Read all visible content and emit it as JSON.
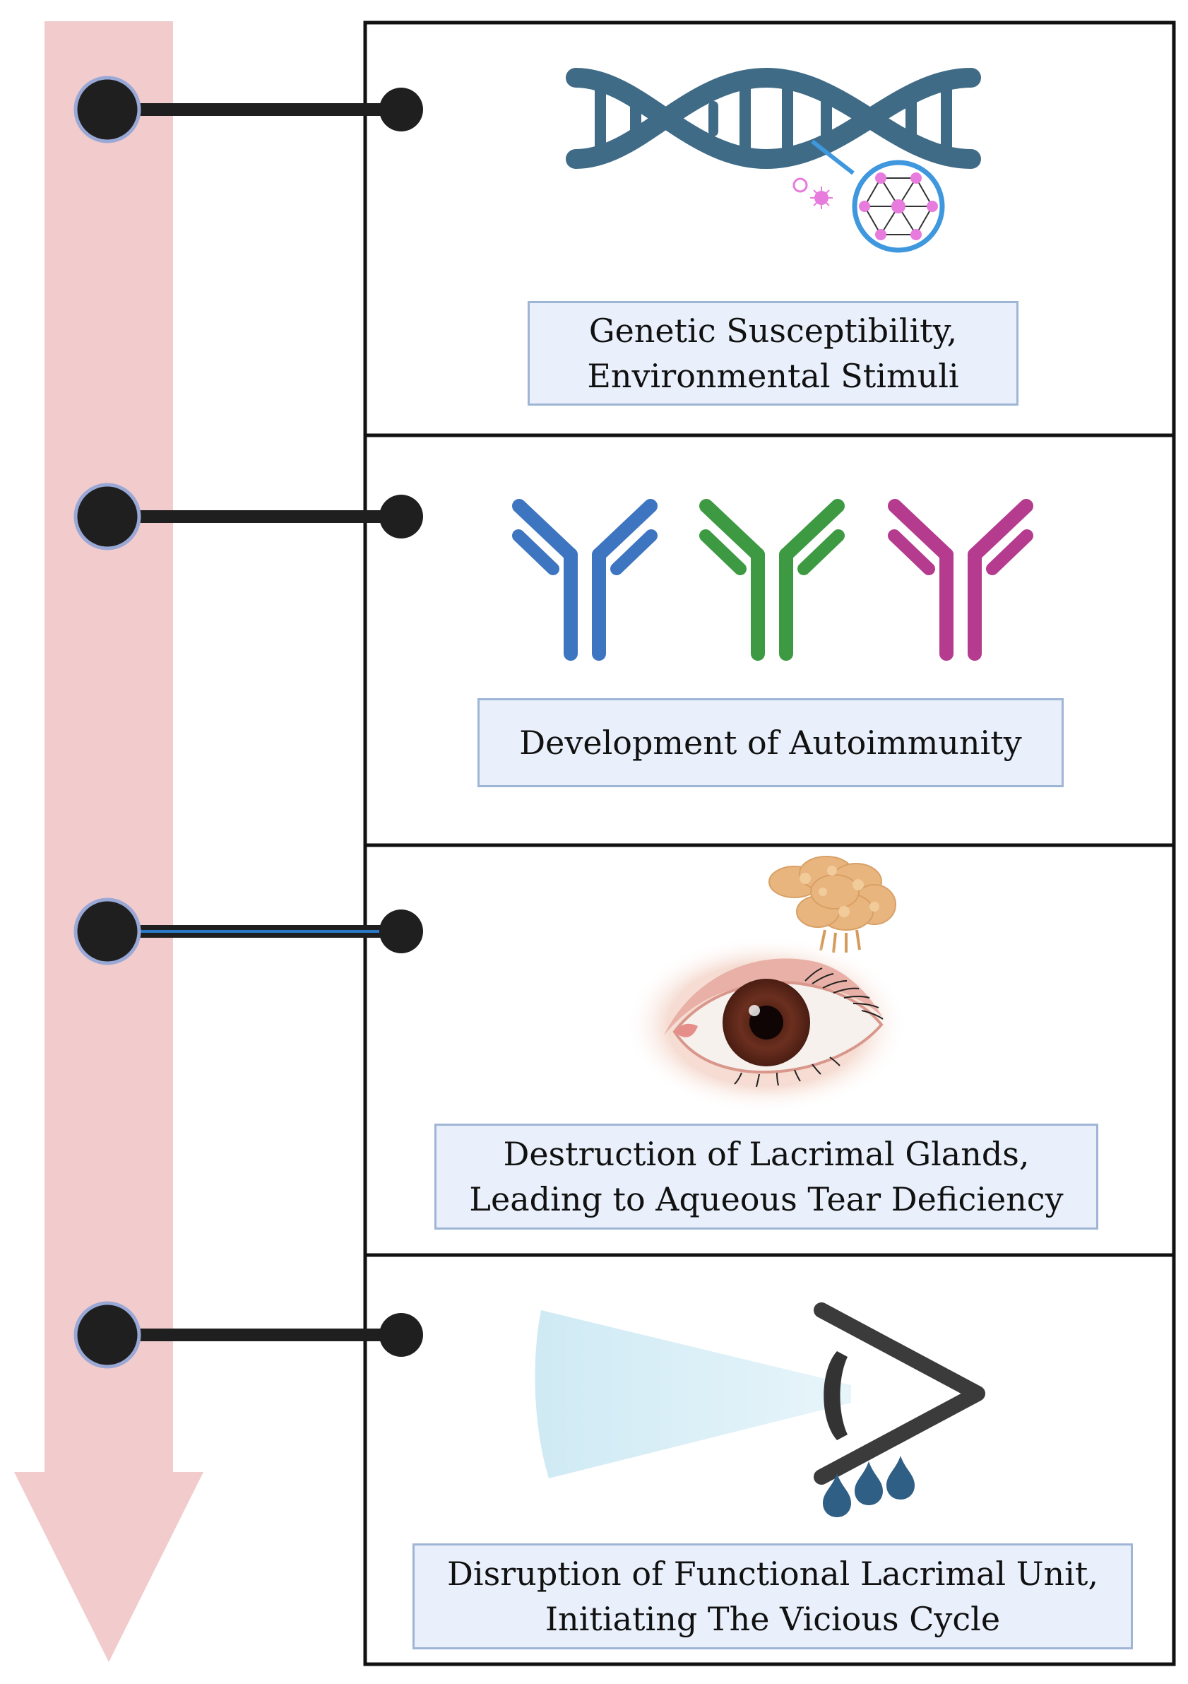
{
  "colors": {
    "timeline_arrow": "#f2cccc",
    "connector": "#1f1f20",
    "connector_node_ring": "#9aa8d6",
    "highlight_connector": "#2a79c8",
    "panel_border": "#111111",
    "label_box_fill": "#e9f0fb",
    "label_box_border": "#9fb5d6",
    "dna_strand": "#3f6b87",
    "molecule_ring": "#3f97de",
    "molecule_atom": "#e77bde",
    "antibody_blue": "#3e75c1",
    "antibody_green": "#3d9a43",
    "antibody_magenta": "#b43b8e",
    "gland": "#e6b27a",
    "iris": "#5e2a1c",
    "eye_outline": "#3b3b3b",
    "light_beam": "#cfeaf4",
    "tear_drop": "#2f5f85"
  },
  "panels": [
    {
      "icon": "dna-double-helix-icon",
      "label_lines": [
        "Genetic Susceptibility,",
        "Environmental Stimuli"
      ]
    },
    {
      "icon": "antibodies-icon",
      "label_lines": [
        "Development of Autoimmunity"
      ]
    },
    {
      "icon": "eye-with-lacrimal-gland-icon",
      "label_lines": [
        "Destruction of Lacrimal Glands,",
        "Leading to Aqueous Tear Deficiency"
      ]
    },
    {
      "icon": "dry-eye-light-beam-icon",
      "label_lines": [
        "Disruption of Functional Lacrimal Unit,",
        "Initiating The Vicious Cycle"
      ]
    }
  ]
}
